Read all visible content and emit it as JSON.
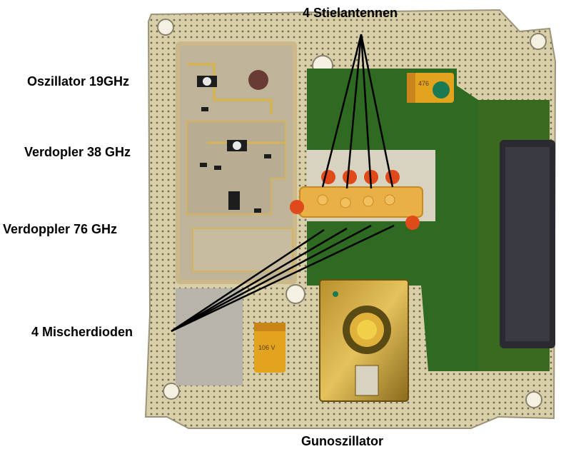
{
  "labels": {
    "oscillator": "Oszillator 19GHz",
    "doubler38": "Verdopler 38 GHz",
    "doubler76": "Verdoppler 76 GHz",
    "mixer_diodes": "4 Mischerdioden",
    "stick_antennas": "4 Stielantennen",
    "gunn_oscillator": "Gunoszillator"
  },
  "colors": {
    "pcb_green": "#2e6a22",
    "gold": "#c9a24a",
    "ceramic": "#d8d2c0",
    "connector": "#2a2a30",
    "leader_lines": "#000000"
  },
  "component_markings": {
    "tantalum_top": "476",
    "tantalum_bottom": "106 V"
  }
}
